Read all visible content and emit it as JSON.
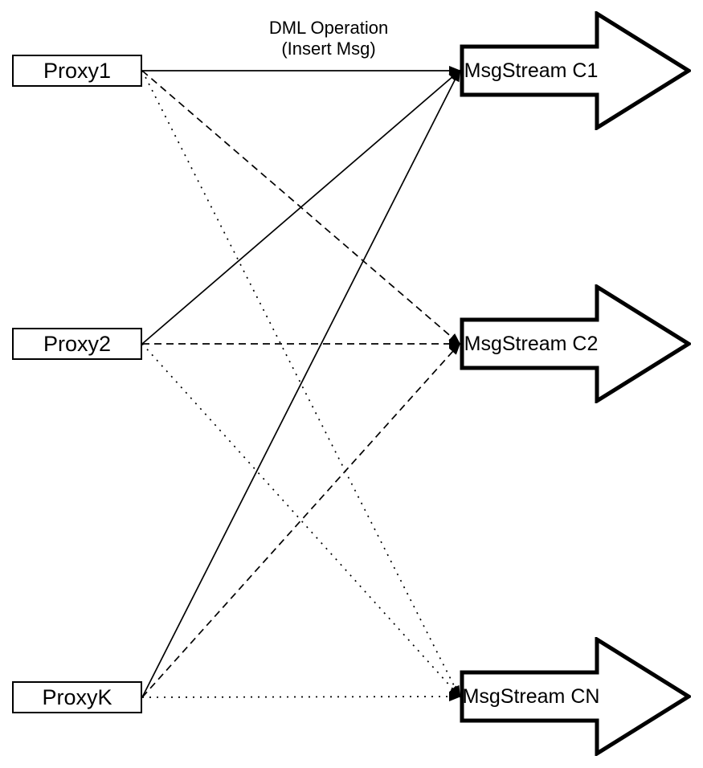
{
  "diagram": {
    "background_color": "#ffffff",
    "line_color": "#000000",
    "title": {
      "line1": "DML Operation",
      "line2": "(Insert Msg)"
    },
    "proxies": [
      {
        "id": "proxy1",
        "label": "Proxy1"
      },
      {
        "id": "proxy2",
        "label": "Proxy2"
      },
      {
        "id": "proxyk",
        "label": "ProxyK"
      }
    ],
    "streams": [
      {
        "id": "c1",
        "label": "MsgStream C1"
      },
      {
        "id": "c2",
        "label": "MsgStream C2"
      },
      {
        "id": "cn",
        "label": "MsgStream CN"
      }
    ],
    "edges": [
      {
        "from": "proxy1",
        "to": "c1",
        "style": "solid"
      },
      {
        "from": "proxy1",
        "to": "c2",
        "style": "dashed"
      },
      {
        "from": "proxy1",
        "to": "cn",
        "style": "dotted"
      },
      {
        "from": "proxy2",
        "to": "c1",
        "style": "solid"
      },
      {
        "from": "proxy2",
        "to": "c2",
        "style": "dashed"
      },
      {
        "from": "proxy2",
        "to": "cn",
        "style": "dotted"
      },
      {
        "from": "proxyk",
        "to": "c1",
        "style": "solid"
      },
      {
        "from": "proxyk",
        "to": "c2",
        "style": "dashed"
      },
      {
        "from": "proxyk",
        "to": "cn",
        "style": "dotted"
      }
    ]
  }
}
